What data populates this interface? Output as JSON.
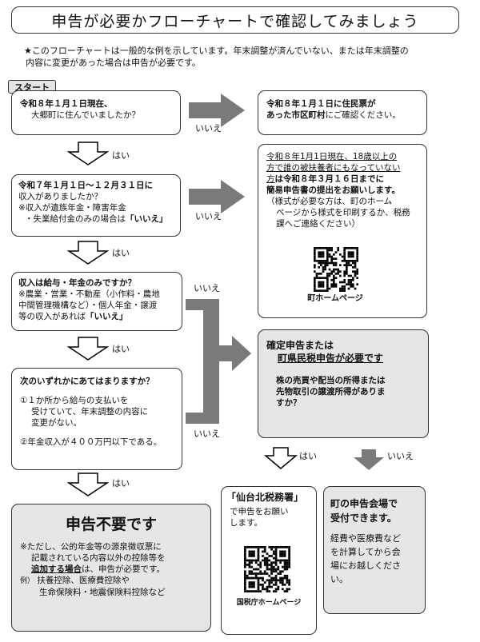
{
  "title": "申告が必要かフローチャートで確認してみましょう",
  "note": {
    "line1": "★このフローチャートは一般的な例を示しています。年末調整が済んでいない、または年末調整の",
    "line2": "内容に変更があった場合は申告が必要です。"
  },
  "start_label": "スタート",
  "q1": {
    "line1": "令和８年１月１日現在、",
    "line2": "大郷町に住んでいましたか？"
  },
  "q2": {
    "line1": "令和７年１月１日～１２月３１日に",
    "line2": "収入がありましたか？",
    "line3": "※収入が遺族年金・障害年金",
    "line4": "・失業給付金のみの場合は",
    "line4_em": "「いいえ」"
  },
  "q3": {
    "line1": "収入は給与・年金のみですか？",
    "line2": "※農業・営業・不動産（小作料・農地",
    "line3": "中間管理機構など）・個人年金・譲渡",
    "line4": "等の収入があれば",
    "line4_em": "「いいえ」"
  },
  "q4": {
    "line1": "次のいずれかにあてはまりますか？",
    "item1_l1": "①１か所から給与の支払いを",
    "item1_l2": "受けていて、年末調整の内容に",
    "item1_l3": "変更がない。",
    "item2": "②年金収入が４００万円以下である。"
  },
  "no_need": {
    "heading": "申告不要です",
    "l1": "※ただし、公的年金等の源泉徴収票に",
    "l2": "記載されている内容以外の控除等を",
    "l3_em": "追加する場合",
    "l3_rest": "は、申告が必要です。",
    "l4_prefix": "例）",
    "l4": "扶養控除、医療費控除や",
    "l5": "生命保険料・地震保険料控除など"
  },
  "r1": {
    "line1": "令和８年１月１日に住民票が",
    "line2_em": "あった市区町村",
    "line2_rest": "にご確認ください。"
  },
  "r2": {
    "l1": "令和８年1月1日現在、18歳以上の",
    "l2": "方で誰の被扶養者にもなっていない",
    "l3_u": "方",
    "l3_rest": "は令和８年３月１６日までに",
    "l4": "簡易申告書の提出をお願いします。",
    "l5": "（様式が必要な方は、町のホーム",
    "l6": "ページから様式を印刷するか、税務",
    "l7": "課へご連絡ください）",
    "qr_caption": "町ホームページ"
  },
  "r3": {
    "h1": "確定申告または",
    "h2": "町県民税申告が必要です",
    "q1": "株の売買や配当の所得または",
    "q2": "先物取引の譲渡所得がありま",
    "q3": "すか？"
  },
  "sendai": {
    "title": "「仙台北税務署」",
    "l1": "で申告をお願い",
    "l2": "します。",
    "qr_caption": "国税庁ホームページ"
  },
  "town": {
    "h1": "町の申告会場で",
    "h2": "受付できます。",
    "l1": "経費や医療費など",
    "l2": "を計算してから会",
    "l3": "場にお越しくださ",
    "l4": "い。"
  },
  "labels": {
    "yes": "はい",
    "no": "いいえ"
  }
}
